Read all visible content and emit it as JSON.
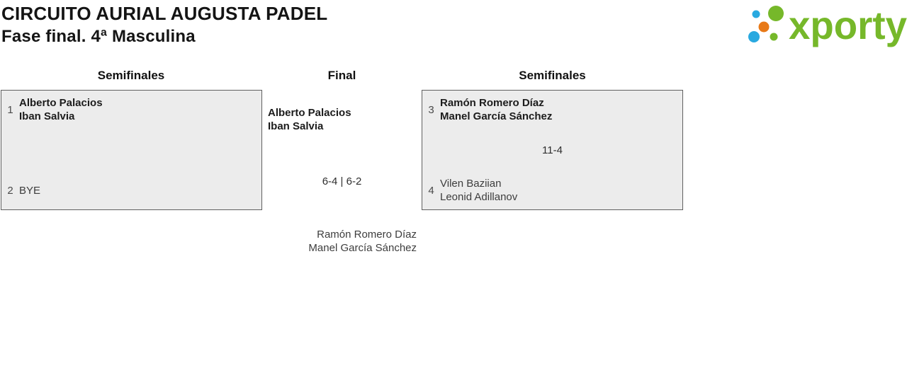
{
  "header": {
    "title": "CIRCUITO AURIAL AUGUSTA PADEL",
    "subtitle": "Fase final. 4ª Masculina"
  },
  "logo": {
    "brand": "xporty",
    "colors": {
      "green": "#76B82A",
      "blue": "#29A9E0",
      "orange": "#E87917"
    }
  },
  "bracket": {
    "rounds": [
      {
        "label": "Semifinales"
      },
      {
        "label": "Final"
      },
      {
        "label": "Semifinales"
      }
    ],
    "matches": {
      "semifinal_left": {
        "team1": {
          "seed": "1",
          "players": [
            "Alberto Palacios",
            "Iban Salvia"
          ]
        },
        "score": "",
        "team2": {
          "seed": "2",
          "players": [
            "BYE"
          ]
        }
      },
      "final": {
        "team1": {
          "players": [
            "Alberto Palacios",
            "Iban Salvia"
          ]
        },
        "score": "6-4 | 6-2",
        "team2": {
          "players": [
            "Ramón Romero Díaz",
            "Manel García Sánchez"
          ]
        }
      },
      "semifinal_right": {
        "team1": {
          "seed": "3",
          "players": [
            "Ramón Romero Díaz",
            "Manel García Sánchez"
          ]
        },
        "score": "11-4",
        "team2": {
          "seed": "4",
          "players": [
            "Vilen Baziian",
            "Leonid Adillanov"
          ]
        }
      }
    }
  }
}
